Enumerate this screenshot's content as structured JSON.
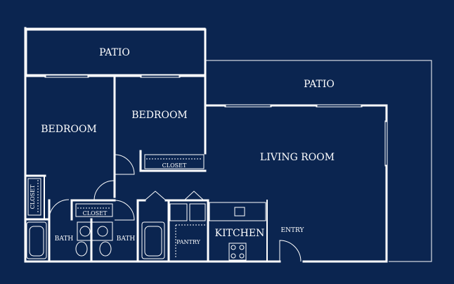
{
  "colors": {
    "background": "#0b2550",
    "lines": "#ffffff"
  },
  "labels": {
    "patio_top_left": "PATIO",
    "patio_right": "PATIO",
    "bedroom_left": "BEDROOM",
    "bedroom_center": "BEDROOM",
    "closet_center": "CLOSET",
    "closet_left": "CLOSET",
    "closet_middle": "CLOSET",
    "living_room": "LIVING ROOM",
    "kitchen": "KITCHEN",
    "entry": "ENTRY",
    "bath_left": "BATH",
    "bath_right": "BATH",
    "pantry": "PANTRY"
  }
}
